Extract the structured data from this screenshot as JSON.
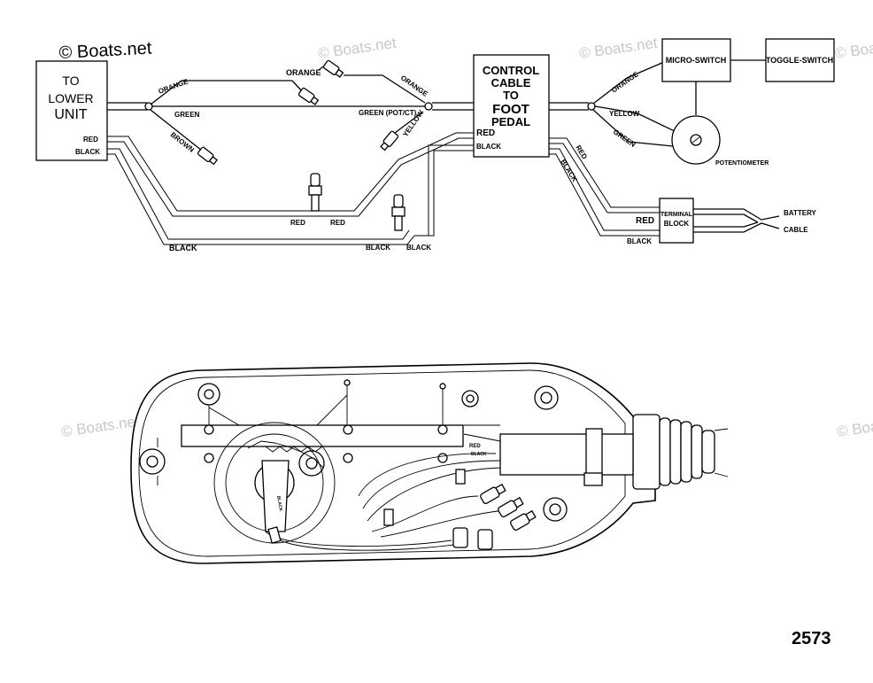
{
  "watermarks": {
    "main": "© Boats.net",
    "faint": "© Boats.net"
  },
  "boxes": {
    "lower_unit": [
      "TO",
      "LOWER",
      "UNIT"
    ],
    "control_cable": [
      "CONTROL",
      "CABLE",
      "TO",
      "FOOT",
      "PEDAL"
    ],
    "micro_switch": "MICRO-SWITCH",
    "toggle_switch": "TOGGLE-SWITCH",
    "terminal_block": [
      "TERMINAL",
      "BLOCK"
    ]
  },
  "wire_labels": {
    "orange_left": "ORANGE",
    "green_left": "GREEN",
    "brown": "BROWN",
    "orange_top": "ORANGE",
    "orange_right": "ORANGE",
    "green_potct": "GREEN (POT/CT)",
    "yellow_mid": "YELLOW",
    "red_lower_unit": "RED",
    "black_lower_unit": "BLACK",
    "red_cable": "RED",
    "black_cable": "BLACK",
    "red_bottom_left": "RED",
    "red_bottom_right": "RED",
    "black_bottom_left": "BLACK",
    "black_bottom_mid": "BLACK",
    "black_bottom_right": "BLACK",
    "orange_pedal": "ORANGE",
    "yellow_pedal": "YELLOW",
    "green_pedal": "GREEN",
    "red_pedal": "RED",
    "black_pedal": "BLACK",
    "red_terminal": "RED",
    "black_terminal": "BLACK",
    "potentiometer": "POTENTIOMETER",
    "battery": "BATTERY",
    "cable": "CABLE",
    "pedal_red": "RED",
    "pedal_black": "BLACK",
    "pedal_black2": "BLACK"
  },
  "part_number": "2573"
}
